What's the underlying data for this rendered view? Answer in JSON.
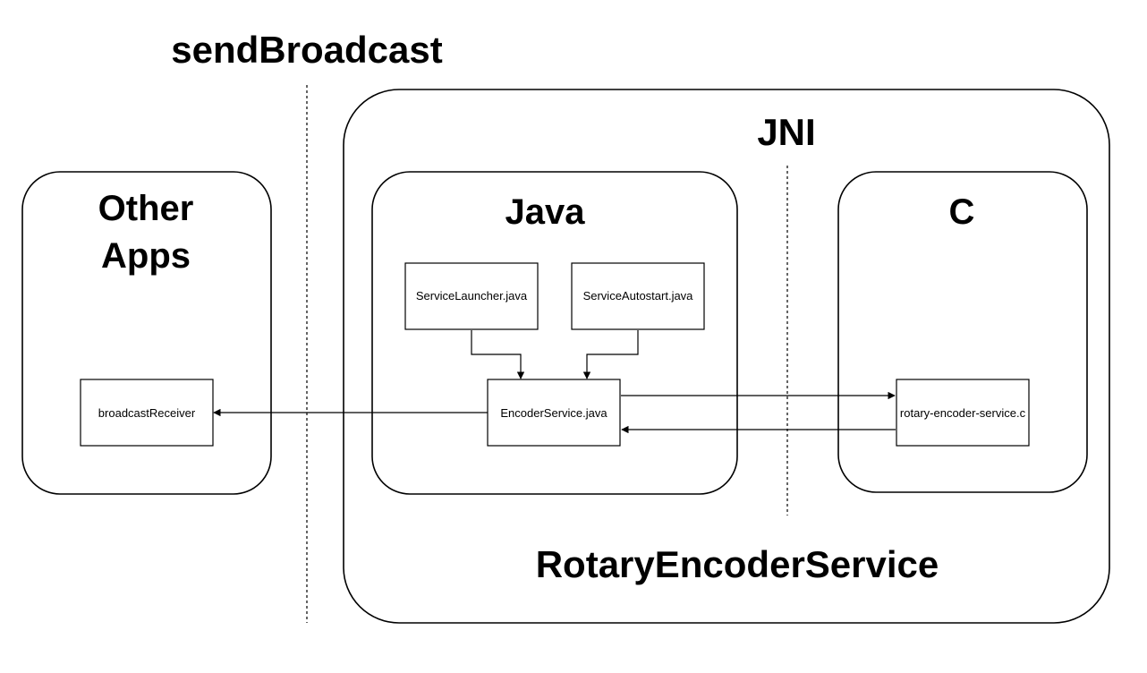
{
  "labels": {
    "send_broadcast": "sendBroadcast",
    "jni": "JNI",
    "rotary_encoder_service": "RotaryEncoderService",
    "other_apps_line1": "Other",
    "other_apps_line2": "Apps",
    "java": "Java",
    "c": "C"
  },
  "nodes": {
    "broadcast_receiver": "broadcastReceiver",
    "service_launcher": "ServiceLauncher.java",
    "service_autostart": "ServiceAutostart.java",
    "encoder_service": "EncoderService.java",
    "rotary_encoder_c": "rotary-encoder-service.c"
  },
  "edges": [
    {
      "from": "service_launcher",
      "to": "encoder_service"
    },
    {
      "from": "service_autostart",
      "to": "encoder_service"
    },
    {
      "from": "encoder_service",
      "to": "broadcast_receiver"
    },
    {
      "from": "encoder_service",
      "to": "rotary_encoder_c"
    },
    {
      "from": "rotary_encoder_c",
      "to": "encoder_service"
    }
  ]
}
